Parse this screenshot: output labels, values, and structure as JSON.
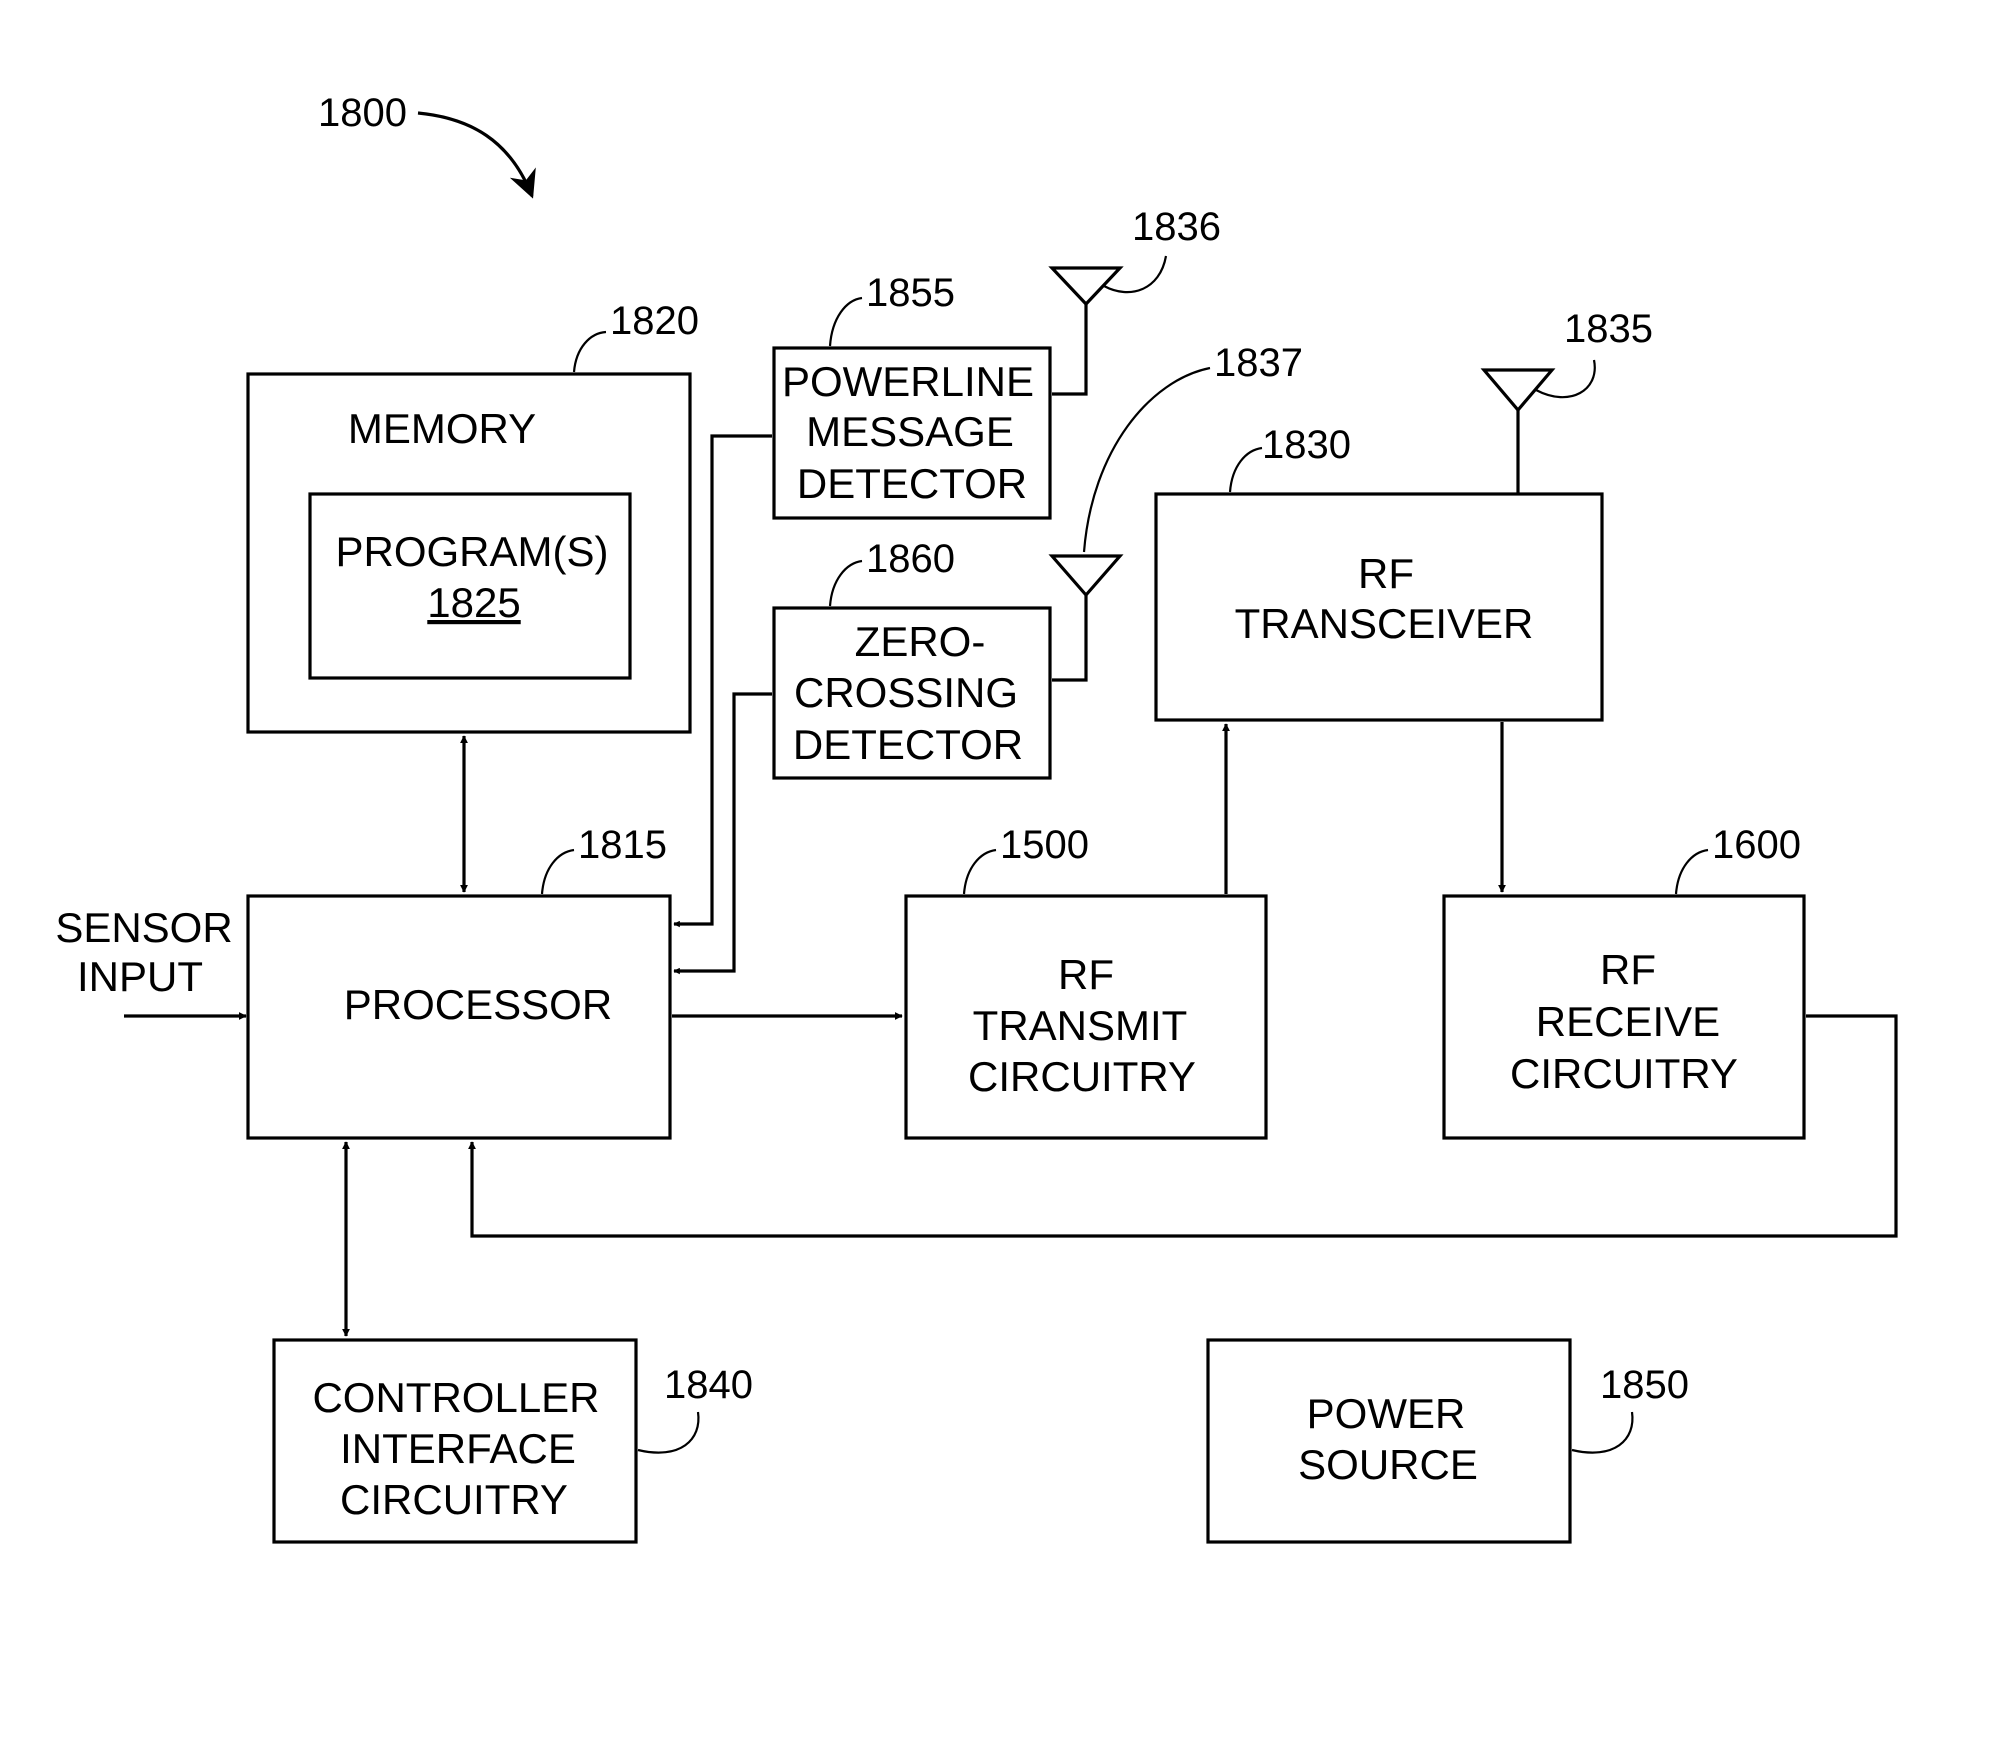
{
  "figure_ref": "1800",
  "memory": {
    "title": "MEMORY",
    "ref": "1820"
  },
  "program": {
    "line1": "PROGRAM(S)",
    "ref": "1825"
  },
  "powerline": {
    "lines": [
      "POWERLINE",
      "MESSAGE",
      "DETECTOR"
    ],
    "ref": "1855",
    "antenna_ref": "1836"
  },
  "zero_crossing": {
    "lines": [
      "ZERO-",
      "CROSSING",
      "DETECTOR"
    ],
    "ref": "1860",
    "antenna_ref": "1837"
  },
  "rf_transceiver": {
    "lines": [
      "RF",
      "TRANSCEIVER"
    ],
    "ref": "1830",
    "antenna_ref": "1835"
  },
  "processor": {
    "title": "PROCESSOR",
    "ref": "1815"
  },
  "sensor_input": {
    "lines": [
      "SENSOR",
      "INPUT"
    ]
  },
  "rf_transmit": {
    "lines": [
      "RF",
      "TRANSMIT",
      "CIRCUITRY"
    ],
    "ref": "1500"
  },
  "rf_receive": {
    "lines": [
      "RF",
      "RECEIVE",
      "CIRCUITRY"
    ],
    "ref": "1600"
  },
  "controller_interface": {
    "lines": [
      "CONTROLLER",
      "INTERFACE",
      "CIRCUITRY"
    ],
    "ref": "1840"
  },
  "power_source": {
    "lines": [
      "POWER",
      "SOURCE"
    ],
    "ref": "1850"
  }
}
